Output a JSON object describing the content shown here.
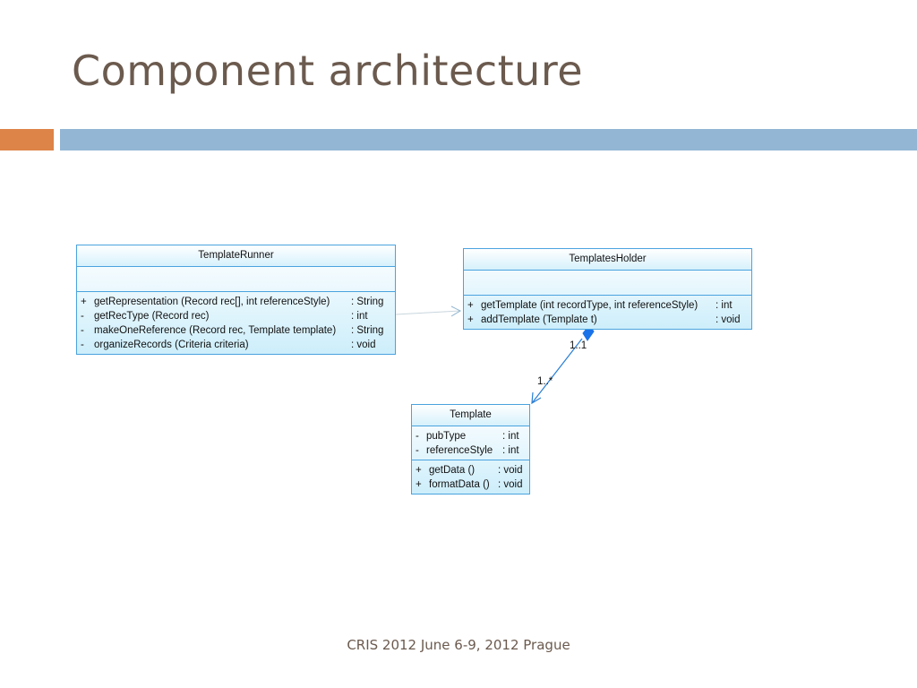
{
  "slide": {
    "title": "Component architecture",
    "footer": "CRIS 2012 June 6-9, 2012  Prague"
  },
  "colors": {
    "title": "#6b5a4e",
    "accent_orange": "#dd8448",
    "accent_blue": "#93b6d5",
    "class_border": "#4aa3df",
    "class_fill": "#cdeefb",
    "composition_diamond": "#1a73e8"
  },
  "classes": {
    "template_runner": {
      "name": "TemplateRunner",
      "attributes": [],
      "operations": [
        {
          "vis": "+",
          "sig": "getRepresentation (Record rec[], int referenceStyle)",
          "type": ": String"
        },
        {
          "vis": "-",
          "sig": "getRecType (Record rec)",
          "type": ": int"
        },
        {
          "vis": "-",
          "sig": "makeOneReference (Record rec, Template template)",
          "type": ": String"
        },
        {
          "vis": "-",
          "sig": "organizeRecords (Criteria criteria)",
          "type": ": void"
        }
      ]
    },
    "templates_holder": {
      "name": "TemplatesHolder",
      "attributes": [],
      "operations": [
        {
          "vis": "+",
          "sig": "getTemplate (int recordType, int referenceStyle)",
          "type": ": int"
        },
        {
          "vis": "+",
          "sig": "addTemplate (Template t)",
          "type": ": void"
        }
      ]
    },
    "template": {
      "name": "Template",
      "attributes": [
        {
          "vis": "-",
          "sig": "pubType",
          "type": ": int"
        },
        {
          "vis": "-",
          "sig": "referenceStyle",
          "type": ": int"
        }
      ],
      "operations": [
        {
          "vis": "+",
          "sig": "getData ()",
          "type": ": void"
        },
        {
          "vis": "+",
          "sig": "formatData ()",
          "type": ": void"
        }
      ]
    }
  },
  "relations": {
    "composition": {
      "source_multiplicity": "1..1",
      "target_multiplicity": "1..*"
    },
    "dependency": {
      "from": "TemplateRunner",
      "to": "TemplatesHolder"
    }
  }
}
